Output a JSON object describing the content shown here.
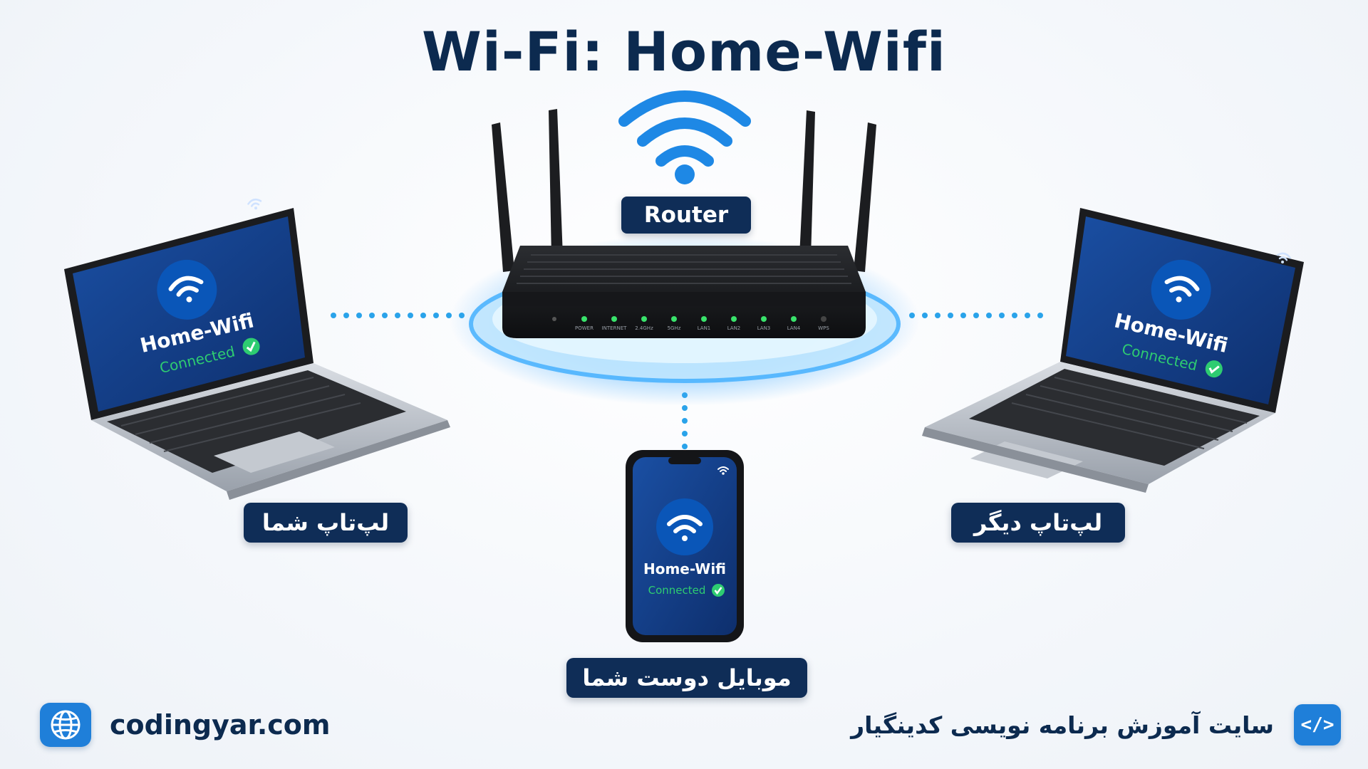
{
  "title": "Wi-Fi: Home-Wifi",
  "router": {
    "label": "Router",
    "ports": [
      "POWER",
      "INTERNET",
      "2.4GHz",
      "5GHz",
      "LAN1",
      "LAN2",
      "LAN3",
      "LAN4",
      "WPS"
    ]
  },
  "devices": {
    "left_laptop": {
      "label": "لپ‌تاپ شما",
      "network": "Home-Wifi",
      "status": "Connected"
    },
    "right_laptop": {
      "label": "لپ‌تاپ دیگر",
      "network": "Home-Wifi",
      "status": "Connected"
    },
    "phone": {
      "label": "موبایل دوست شما",
      "network": "Home-Wifi",
      "status": "Connected"
    }
  },
  "footer": {
    "domain": "codingyar.com",
    "site_name": "سایت آموزش برنامه نویسی کدینگیار",
    "code_icon_text": "</>"
  },
  "colors": {
    "navy": "#0f2d57",
    "wifi_blue": "#1e88e5",
    "connected_green": "#2ecc71",
    "screen_blue": "#123e86",
    "accent": "#1f7fd9"
  },
  "icons": [
    "wifi-icon",
    "globe-icon",
    "code-icon",
    "checkmark-icon"
  ]
}
